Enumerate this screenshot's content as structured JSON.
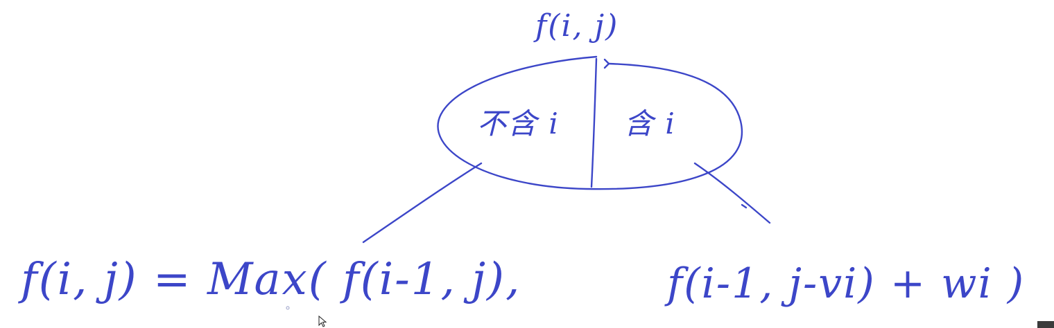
{
  "diagram": {
    "ink_color": "#3c46c8",
    "top_label": "f(i, j)",
    "left_half_label": "不含 i",
    "right_half_label": "含 i",
    "left_formula": "f(i, j) = Max( f(i-1, j),",
    "right_formula": "f(i-1, j-vi) + wi )"
  }
}
